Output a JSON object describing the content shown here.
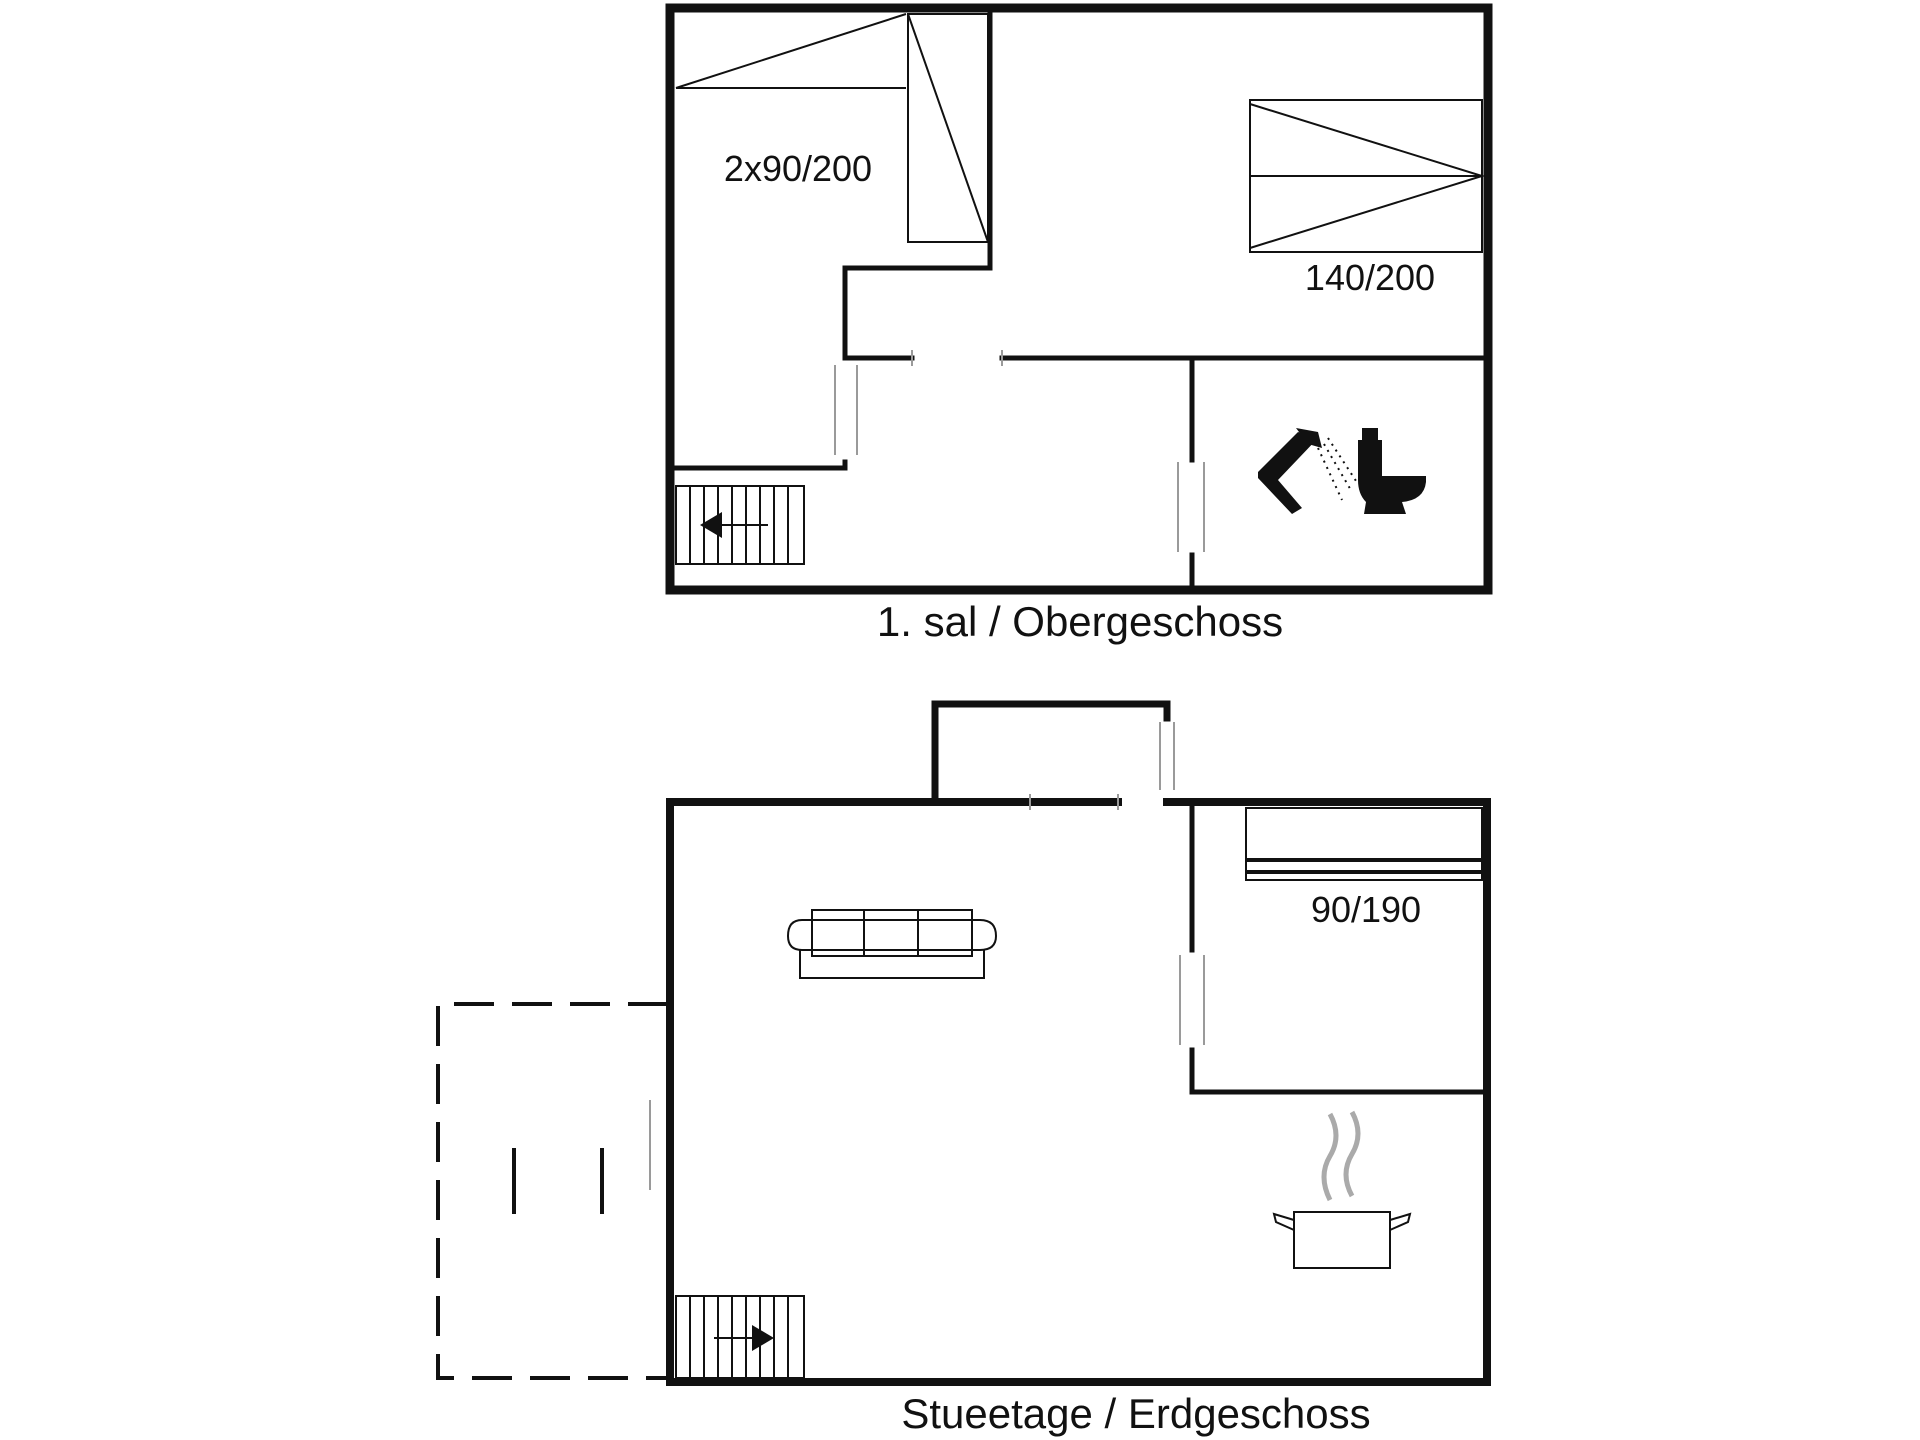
{
  "colors": {
    "wall": "#111111",
    "background": "#ffffff",
    "door_gap": "#9a9a9a"
  },
  "floors": [
    {
      "label": "1. sal / Obergeschoss",
      "beds": [
        "2x90/200",
        "140/200"
      ],
      "icons": [
        "bunk-bed-icon",
        "double-bed-icon",
        "shower-icon",
        "toilet-icon",
        "staircase-down-icon"
      ]
    },
    {
      "label": "Stueetage / Erdgeschoss",
      "beds": [
        "90/190"
      ],
      "icons": [
        "single-bed-icon",
        "sofa-icon",
        "cooking-pot-icon",
        "staircase-up-icon",
        "terrace-outline"
      ]
    }
  ]
}
